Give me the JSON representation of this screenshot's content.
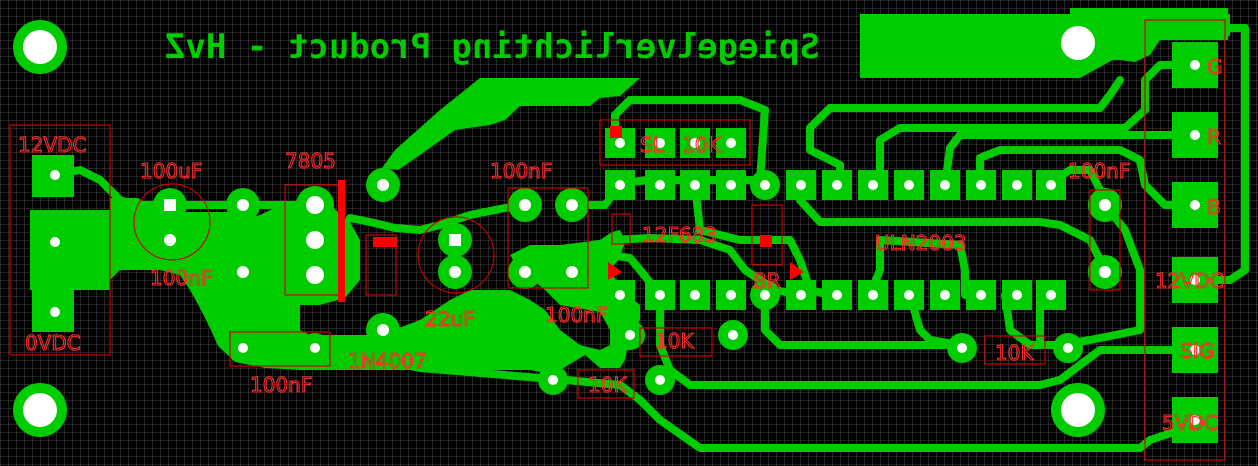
{
  "title": "Spiegelverlichting Product - HvZ",
  "labels": {
    "v12in": "12VDC",
    "v0": "0VDC",
    "c_100uF": "100uF",
    "c_100nF_a": "100nF",
    "c_100nF_b": "100nF",
    "c_100nF_c": "100nF",
    "c_100nF_d": "100nF",
    "c_100nF_e": "100nF",
    "reg": "7805",
    "diode": "1N4007",
    "c_22uF": "22uF",
    "res_sl": "SL",
    "res_10k_a": "10K",
    "res_10k_b": "10K",
    "res_10k_c": "10K",
    "res_10k_d": "10K",
    "mcu": "12F683",
    "br": "BR",
    "driver": "ULN2003",
    "out_g": "G",
    "out_r": "R",
    "out_b": "B",
    "out_12v": "12VDC",
    "out_sig": "SIG",
    "out_5v": "5VDC"
  },
  "colors": {
    "copper": "#00cc00",
    "silk": "#ff2a2a",
    "grid": "#5a5a5a",
    "background": "#000000"
  }
}
